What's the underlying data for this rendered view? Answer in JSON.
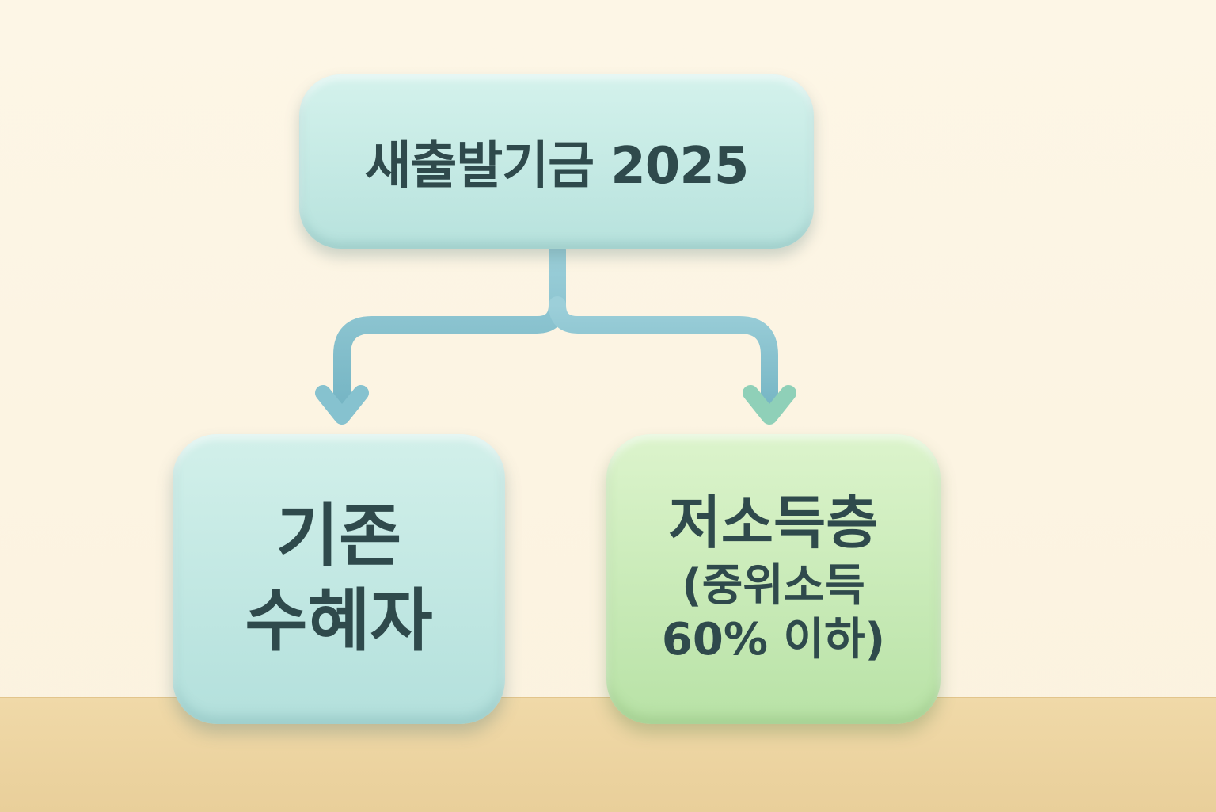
{
  "diagram": {
    "root": {
      "label": "새출발기금 2025",
      "color": "#c4e8e3"
    },
    "children": [
      {
        "label_lines": [
          "기존",
          "수혜자"
        ],
        "color": "#c2e8e3"
      },
      {
        "title": "저소득층",
        "subtitle_lines": [
          "(중위소득",
          "60% 이하)"
        ],
        "color": "#c9ebb8"
      }
    ],
    "connector_color": "#7fbccb",
    "arrow_right_color": "#8fd0b8",
    "text_color": "#2f4a4c"
  }
}
